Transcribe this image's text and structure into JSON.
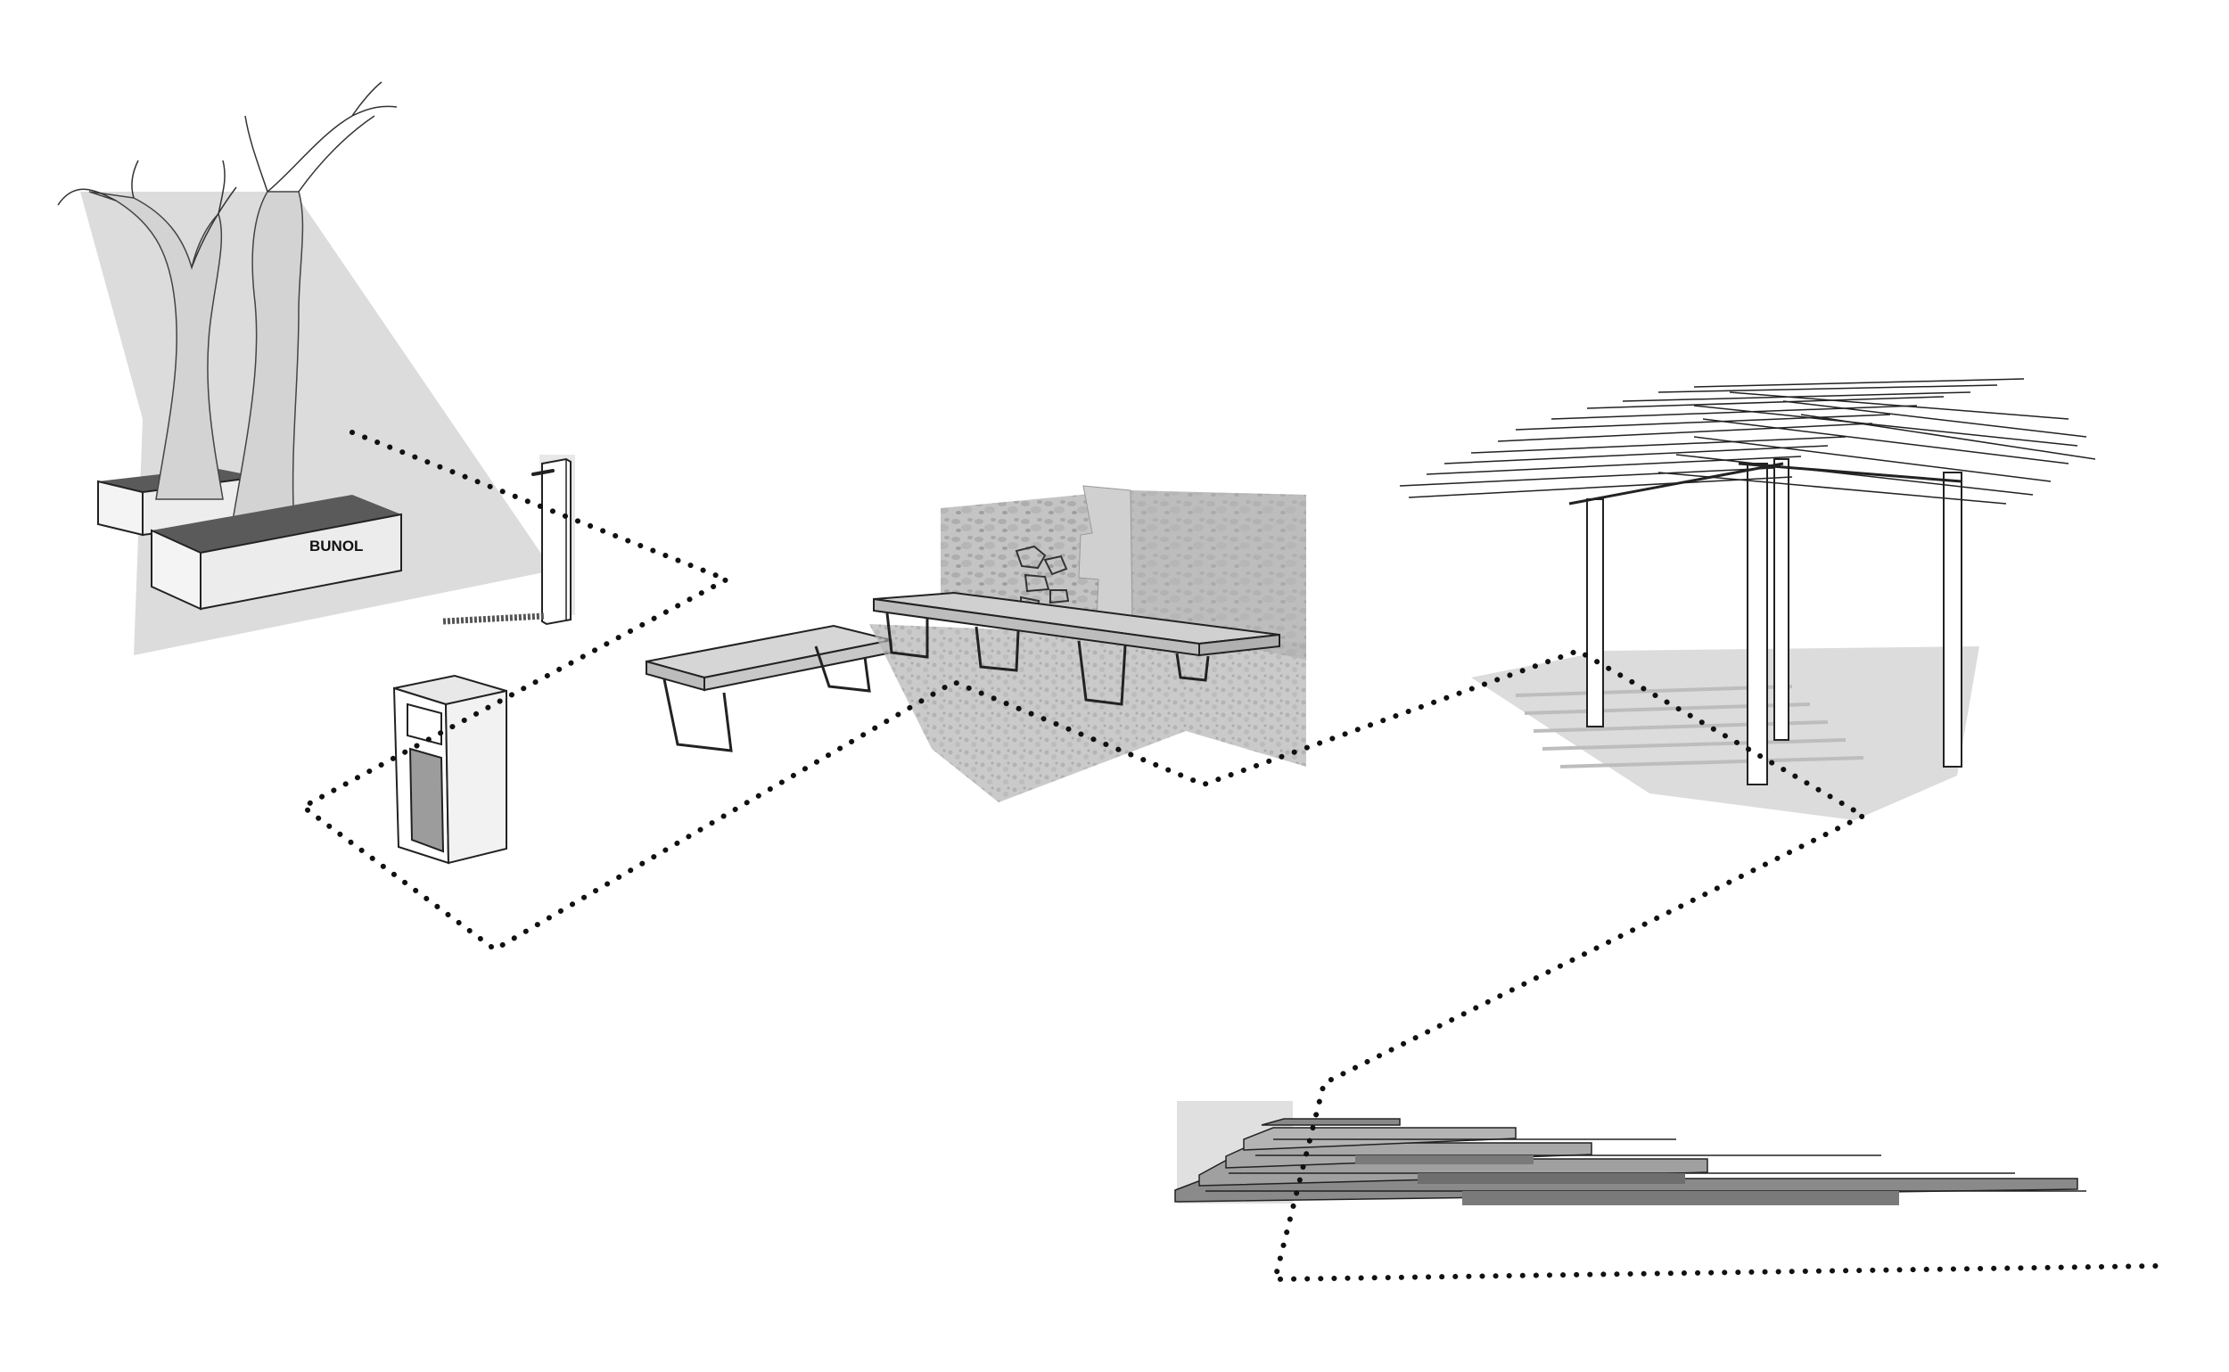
{
  "labels": {
    "planter_brand": "BUNOL"
  },
  "items": [
    {
      "id": "planters-with-trees"
    },
    {
      "id": "water-fountain"
    },
    {
      "id": "litter-bin"
    },
    {
      "id": "bench"
    },
    {
      "id": "long-bench-by-stone-wall"
    },
    {
      "id": "pergola"
    },
    {
      "id": "steps"
    }
  ],
  "colors": {
    "ground_shadow": "#dcdcdc",
    "tree": "#d3d3d3",
    "planter_top": "#5a5a5a",
    "dotted_path": "#111111",
    "stone_wall": "#bdbdbd"
  }
}
